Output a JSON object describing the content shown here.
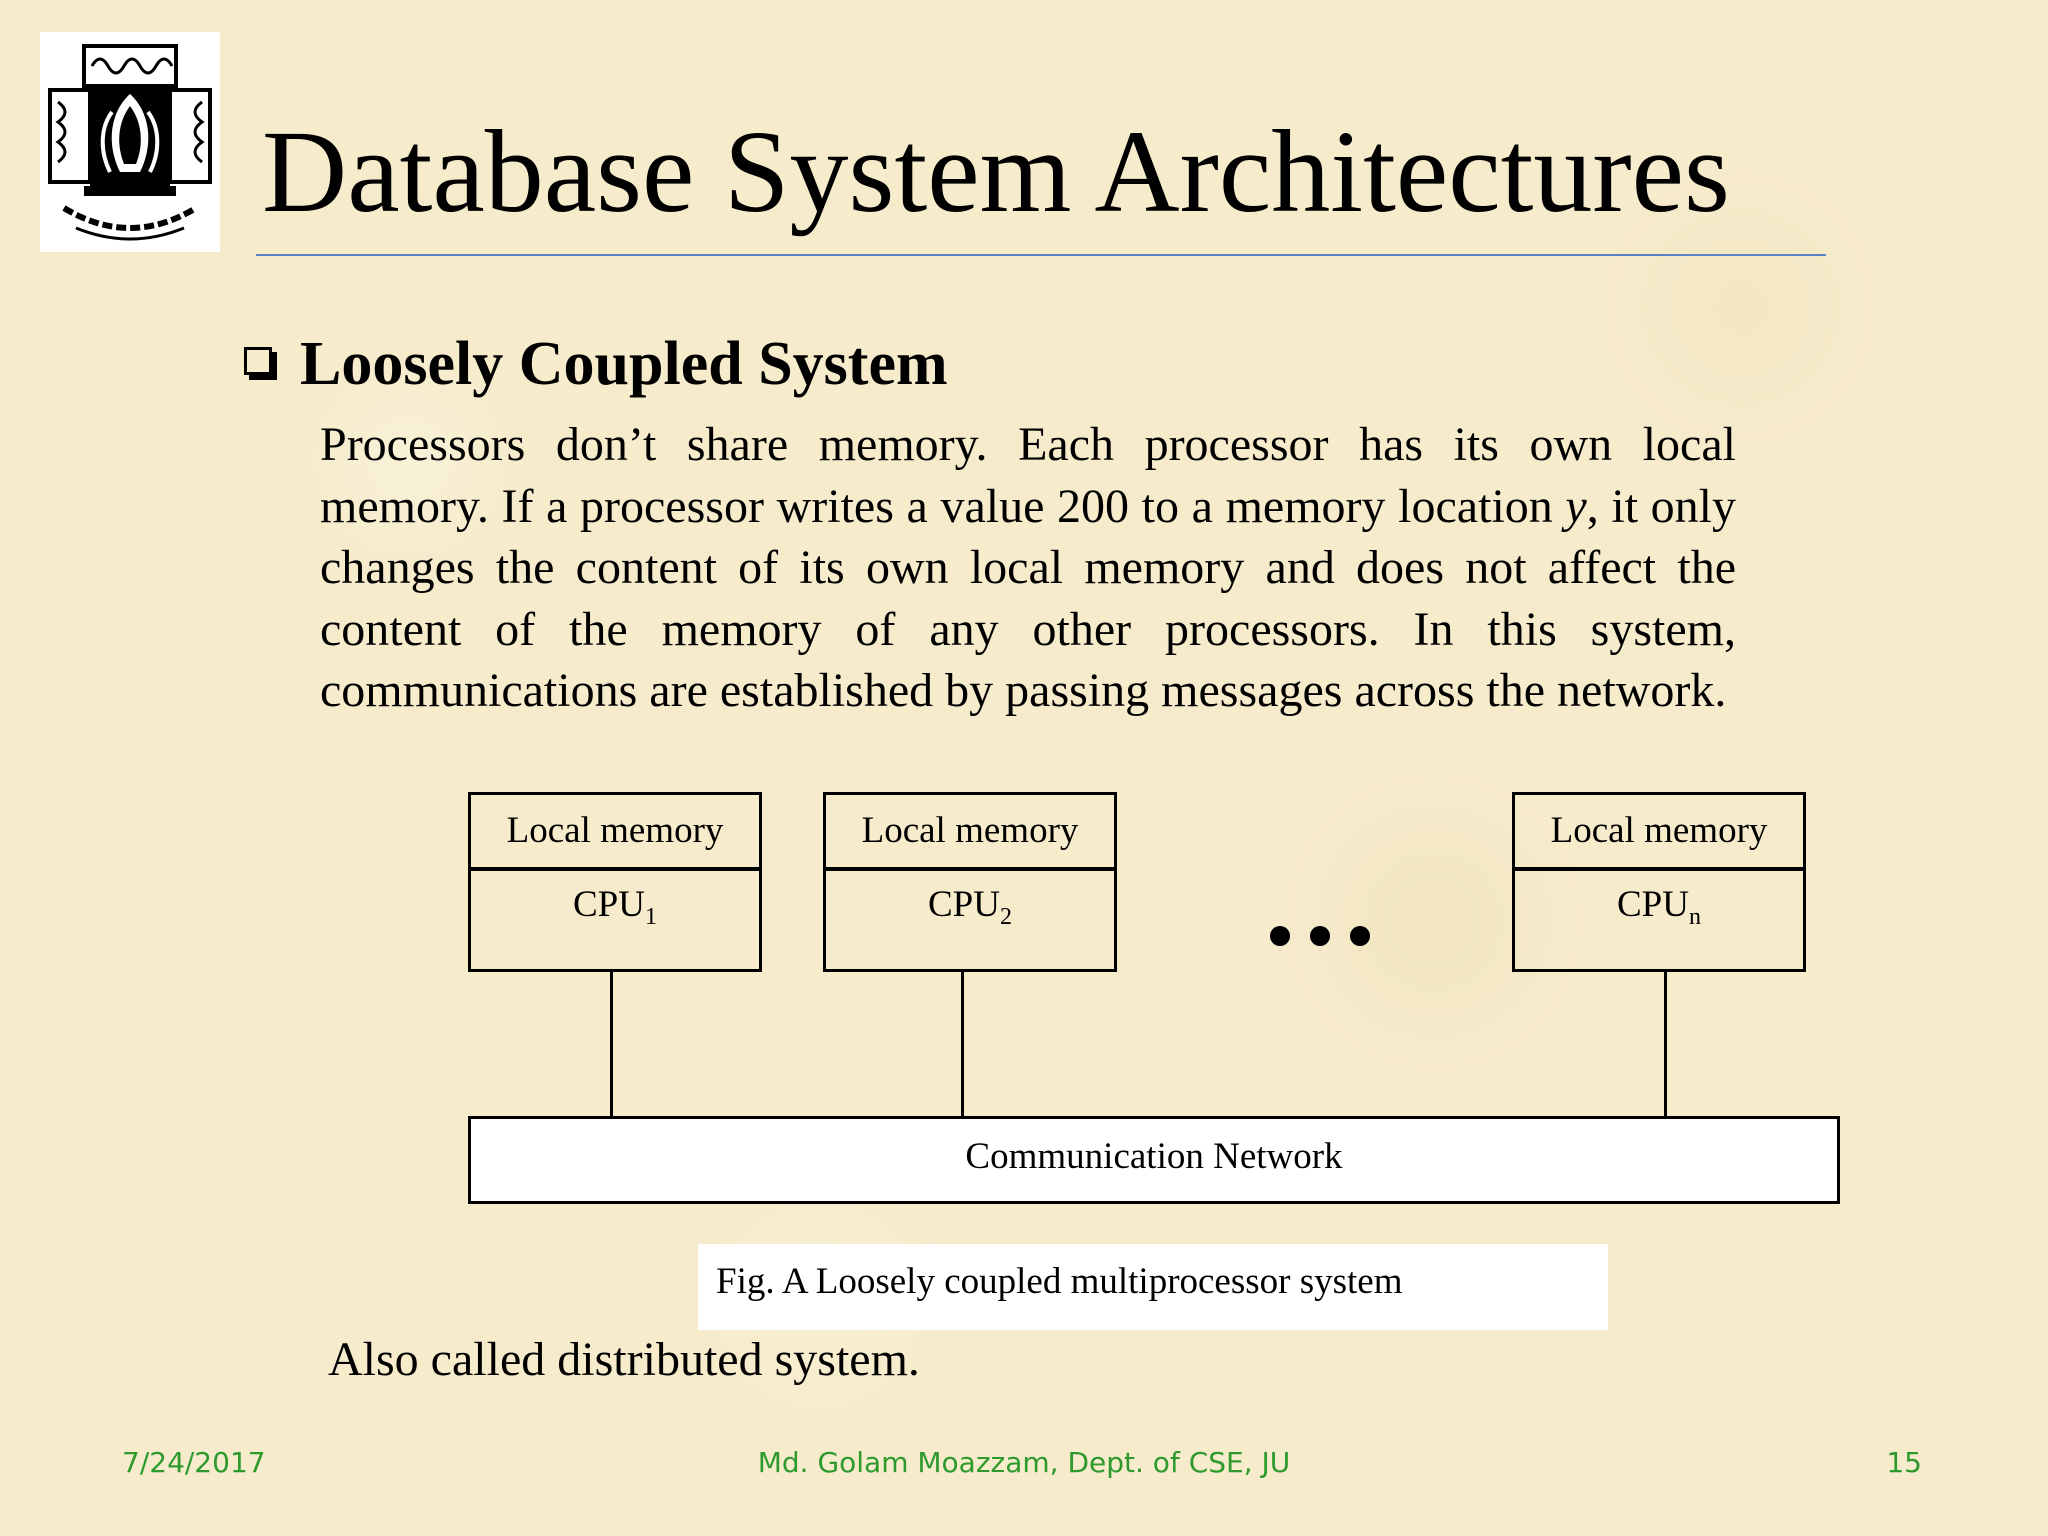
{
  "slide": {
    "title": "Database System Architectures",
    "heading": "Loosely Coupled System",
    "body_text_parts": [
      "Processors don’t share memory. Each processor has its own local memory. If a processor writes a value 200 to a memory location ",
      "y",
      ", it only changes the content of its own local memory and does not affect the content of the memory of any other processors. In this system, communications are established by passing messages across the network."
    ],
    "footnote": "Also called distributed system."
  },
  "diagram": {
    "nodes": [
      {
        "memory_label": "Local memory",
        "cpu_label": "CPU",
        "cpu_subscript": "1"
      },
      {
        "memory_label": "Local memory",
        "cpu_label": "CPU",
        "cpu_subscript": "2"
      },
      {
        "memory_label": "Local memory",
        "cpu_label": "CPU",
        "cpu_subscript": "n"
      }
    ],
    "ellipsis": "•••",
    "network_label": "Communication Network",
    "caption": "Fig. A Loosely coupled multiprocessor system"
  },
  "footer": {
    "date": "7/24/2017",
    "author": "Md. Golam Moazzam, Dept. of CSE, JU",
    "page": "15"
  },
  "icons": {
    "logo": "university-emblem-icon",
    "bullet": "checkbox-bullet-icon"
  },
  "colors": {
    "background": "#f6ebcb",
    "title_rule": "#5b84c4",
    "footer_text": "#2e9a2e"
  }
}
